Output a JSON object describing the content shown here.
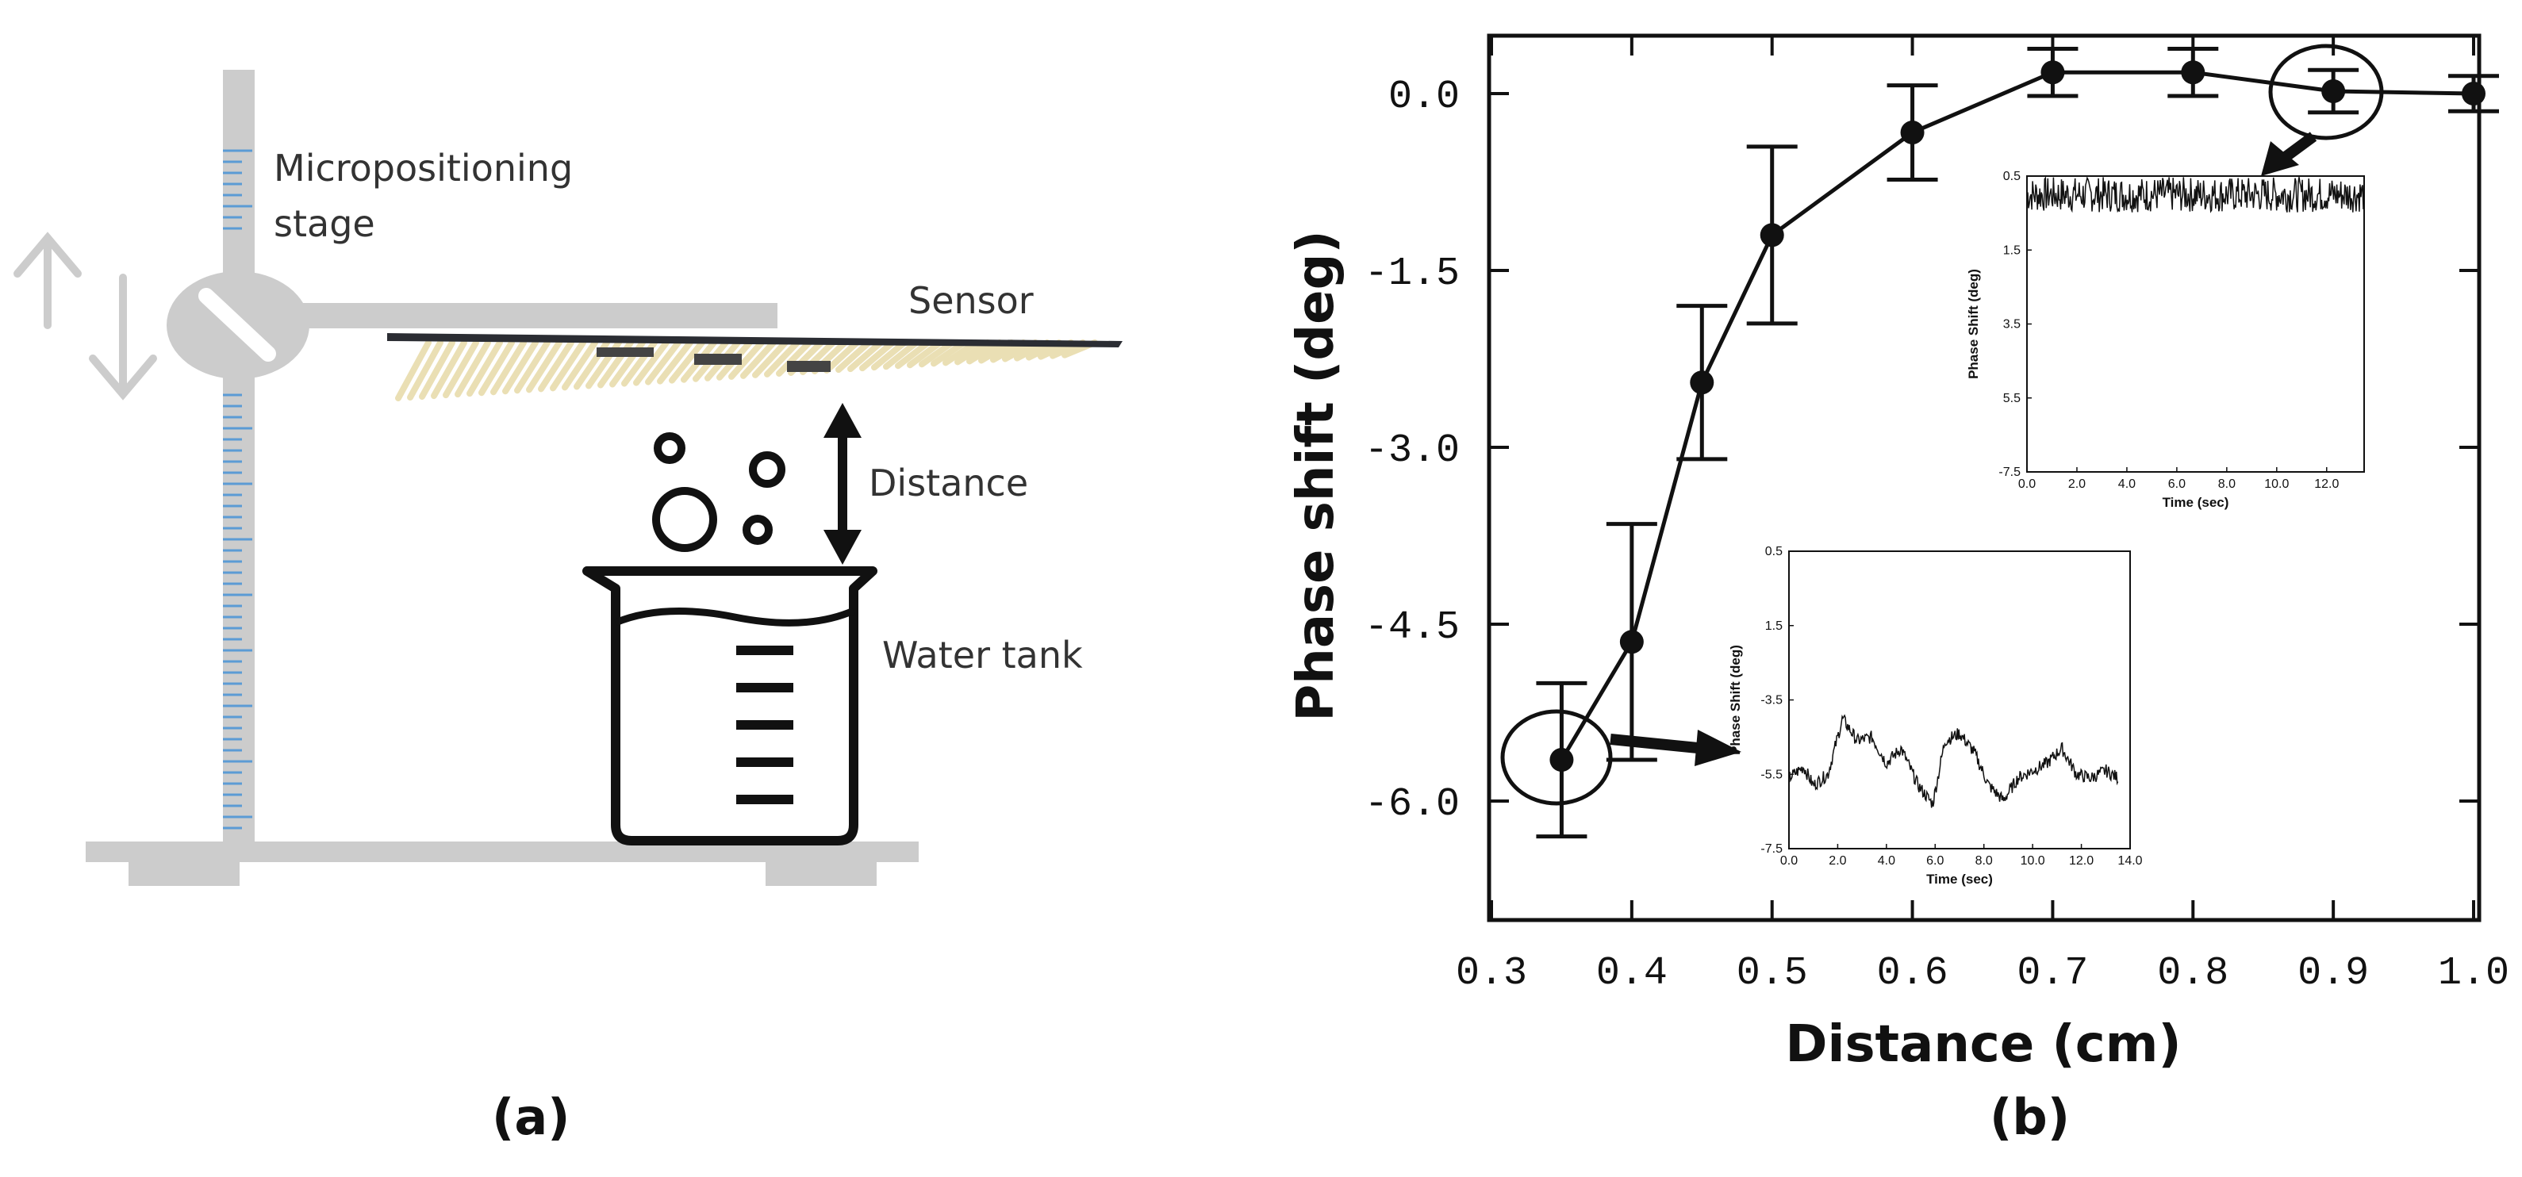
{
  "panel_a": {
    "label": "(a)",
    "stage_label_line1": "Micropositioning",
    "stage_label_line2": "stage",
    "sensor_label": "Sensor",
    "distance_label": "Distance",
    "tank_label": "Water tank"
  },
  "panel_b": {
    "label": "(b)"
  },
  "colors": {
    "stand": "#cccccc",
    "scale_ticks": "#5b9bd5",
    "sensor_fingers": "#eadfb4",
    "ink": "#111111"
  },
  "chart_data": [
    {
      "type": "line",
      "role": "main",
      "xlabel": "Distance (cm)",
      "ylabel": "Phase shift (deg)",
      "xlim": [
        0.3,
        1.0
      ],
      "ylim": [
        -6.9,
        0.5
      ],
      "xticks": [
        0.3,
        0.4,
        0.5,
        0.6,
        0.7,
        0.8,
        0.9,
        1.0
      ],
      "xtick_labels": [
        "0.3",
        "0.4",
        "0.5",
        "0.6",
        "0.7",
        "0.8",
        "0.9",
        "1.0"
      ],
      "yticks": [
        0.0,
        -1.5,
        -3.0,
        -4.5,
        -6.0
      ],
      "ytick_labels": [
        "0.0",
        "-1.5",
        "-3.0",
        "-4.5",
        "-6.0"
      ],
      "series": [
        {
          "x": [
            0.35,
            0.4,
            0.45,
            0.5,
            0.6,
            0.7,
            0.8,
            0.9,
            1.0
          ],
          "y": [
            -5.65,
            -4.65,
            -2.45,
            -1.2,
            -0.33,
            0.18,
            0.18,
            0.02,
            0.0
          ],
          "err": [
            0.65,
            1.0,
            0.65,
            0.75,
            0.4,
            0.2,
            0.2,
            0.18,
            0.15
          ]
        }
      ],
      "highlighted_points": [
        0.35,
        0.9
      ],
      "grid": false
    },
    {
      "type": "line",
      "role": "inset-upper",
      "attached_to_x": 0.9,
      "xlabel": "Time (sec)",
      "ylabel": "Phase Shift (deg)",
      "xlim": [
        0.0,
        13.5
      ],
      "ylim": [
        -7.5,
        0.5
      ],
      "xtick_labels": [
        "0.0",
        "2.0",
        "4.0",
        "6.0",
        "8.0",
        "10.0",
        "12.0"
      ],
      "ytick_labels": [
        "0.5",
        "1.5",
        "3.5",
        "5.5",
        "-7.5"
      ],
      "signal": {
        "mean": 0.0,
        "noise": 0.12,
        "duration": 13.5
      }
    },
    {
      "type": "line",
      "role": "inset-lower",
      "attached_to_x": 0.35,
      "xlabel": "Time (sec)",
      "ylabel": "Phase Shift (deg)",
      "xlim": [
        0.0,
        14.0
      ],
      "ylim": [
        -7.5,
        0.5
      ],
      "xtick_labels": [
        "0.0",
        "2.0",
        "4.0",
        "6.0",
        "8.0",
        "10.0",
        "12.0",
        "14.0"
      ],
      "ytick_labels": [
        "0.5",
        "1.5",
        "-3.5",
        "-5.5",
        "-7.5"
      ],
      "signal_profile": {
        "t": [
          0.0,
          0.6,
          1.0,
          1.6,
          2.2,
          2.8,
          3.4,
          4.0,
          4.6,
          5.3,
          5.9,
          6.4,
          7.0,
          7.6,
          8.2,
          8.8,
          9.4,
          10.0,
          10.6,
          11.2,
          11.8,
          12.4,
          13.0,
          13.5
        ],
        "v": [
          -5.6,
          -5.3,
          -5.8,
          -5.5,
          -4.0,
          -4.6,
          -4.5,
          -5.2,
          -4.8,
          -5.8,
          -6.3,
          -4.6,
          -4.4,
          -4.9,
          -5.8,
          -6.2,
          -5.6,
          -5.4,
          -5.2,
          -4.8,
          -5.5,
          -5.6,
          -5.4,
          -5.6
        ]
      }
    }
  ]
}
